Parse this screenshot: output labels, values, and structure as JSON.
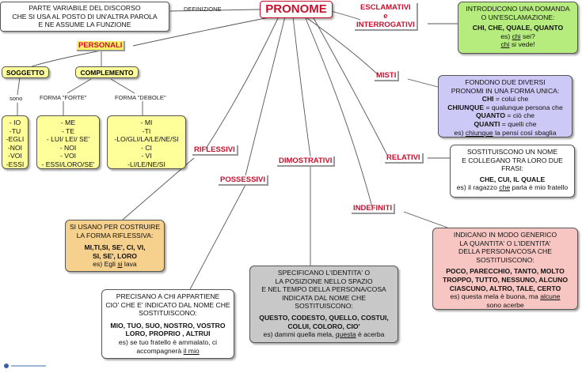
{
  "title": "PRONOME",
  "definition_link": "DEFINIZIONE",
  "definition_lines": [
    "PARTE VARIABILE DEL DISCORSO",
    "CHE SI USA AL POSTO DI UN'ALTRA PAROLA",
    "E NE ASSUME LA FUNZIONE"
  ],
  "branches": {
    "personali": "PERSONALI",
    "esclamativi": [
      "ESCLAMATIVI",
      "e",
      "INTERROGATIVI"
    ],
    "misti": "MISTI",
    "relativi": "RELATIVI",
    "indefiniti": "INDEFINITI",
    "dimostrativi": "DIMOSTRATIVI",
    "possessivi": "POSSESSIVI",
    "riflessivi": "RIFLESSIVI"
  },
  "personali": {
    "soggetto": "SOGGETTO",
    "complemento": "COMPLEMENTO",
    "sono": "sono",
    "forma_forte": "FORMA \"FORTE\"",
    "forma_debole": "FORMA \"DEBOLE\"",
    "soggetto_list": [
      "- IO",
      "-TU",
      "-EGLI",
      "-NOI",
      "-VOI",
      "-ESSI"
    ],
    "forte_list": [
      "- ME",
      "- TE",
      "- LUI/ LEI/ SE'",
      "- NOI",
      "- VOI",
      "- ESSI/LORO/SE'"
    ],
    "debole_list": [
      "- MI",
      "-TI",
      "-LO/GLI/LA/LE/NE/SI",
      "- CI",
      "- VI",
      "-LI/LE/NE/SI"
    ]
  },
  "esclamativi_box": {
    "lines": [
      "INTRODUCONO UNA DOMANDA",
      "O UN'ESCLAMAZIONE:"
    ],
    "bold": "CHI, CHE, QUALE, QUANTO",
    "ex1_prefix": "es) ",
    "ex1_u": "chi",
    "ex1_suffix": " sei?",
    "ex2_u": "chi",
    "ex2_suffix": " si vede!"
  },
  "misti_box": {
    "lines": [
      "FONDONO DUE DIVERSI",
      "PRONOMI IN UNA FORMA UNICA:"
    ],
    "items": [
      {
        "b": "CHI",
        "t": " = colui che"
      },
      {
        "b": "CHIUNQUE",
        "t": " = qualunque persona che"
      },
      {
        "b": "QUANTO",
        "t": " = ciò che"
      },
      {
        "b": "QUANTI",
        "t": " = quelli che"
      }
    ],
    "ex_prefix": "es) ",
    "ex_u": "chiunque",
    "ex_suffix": " la pensi così sbaglia"
  },
  "relativi_box": {
    "lines": [
      "SOSTITUISCONO UN NOME",
      "E COLLEGANO TRA LORO DUE",
      "FRASI:"
    ],
    "bold": "CHE, CUI, IL QUALE",
    "ex_prefix": "es) il ragazzo ",
    "ex_u": "che",
    "ex_suffix": " parla è mio fratello"
  },
  "indefiniti_box": {
    "lines": [
      "INDICANO IN MODO GENERICO",
      "LA QUANTITA' O L'IDENTITA'",
      "DELLA PERSONA/COSA CHE",
      "SOSTITUISCONO:"
    ],
    "bold": [
      "POCO, PARECCHIO, TANTO, MOLTO",
      "TROPPO, TUTTO, NESSUNO, ALCUNO",
      "CIASCUNO, ALTRO, TALE, CERTO"
    ],
    "ex_prefix": "es) questa mela è buona, ma ",
    "ex_u": "alcune",
    "ex_line2": "sono acerbe"
  },
  "dimostrativi_box": {
    "lines": [
      "SPECIFICANO L'IDENTITA' O",
      "LA POSIZIONE NELLO SPAZIO",
      "E NEL TEMPO DELLA PERSONA/COSA",
      "INDICATA DAL NOME CHE",
      "SOSTITUISCONO:"
    ],
    "bold": [
      "QUESTO, CODESTO, QUELLO, COSTUI,",
      "COLUI, COLORO, CIO'"
    ],
    "ex_prefix": "es) dammi quella mela, ",
    "ex_u": "questa",
    "ex_suffix": " è acerba"
  },
  "possessivi_box": {
    "lines": [
      "PRECISANO A CHI APPARTIENE",
      "CIO' CHE E' INDICATO DAL NOME CHE",
      "SOSTITUISCONO:"
    ],
    "bold": [
      "MIO, TUO, SUO, NOSTRO, VOSTRO",
      "LORO, PROPRIO , ALTRUI"
    ],
    "ex_line1": "es) se tuo fratello è ammalato, ci",
    "ex_prefix": "accompagnerà ",
    "ex_u": "il mio"
  },
  "riflessivi_box": {
    "lines": [
      "SI USANO PER COSTRUIRE",
      "LA FORMA RIFLESSIVA:"
    ],
    "bold": [
      "MI,TI,SI, SE', CI, VI,",
      "SI, SE', LORO"
    ],
    "ex_prefix": "es) Egli ",
    "ex_u": "si",
    "ex_suffix": " lava"
  },
  "colors": {
    "accent": "#c8102e",
    "green": "#b5ec7d",
    "yellow": "#ffff99",
    "lavender": "#cdc9f7",
    "grey": "#c8c8c8",
    "pink": "#f8c6c2",
    "orange": "#f6d08d"
  },
  "icons": [
    "logo-icon"
  ]
}
